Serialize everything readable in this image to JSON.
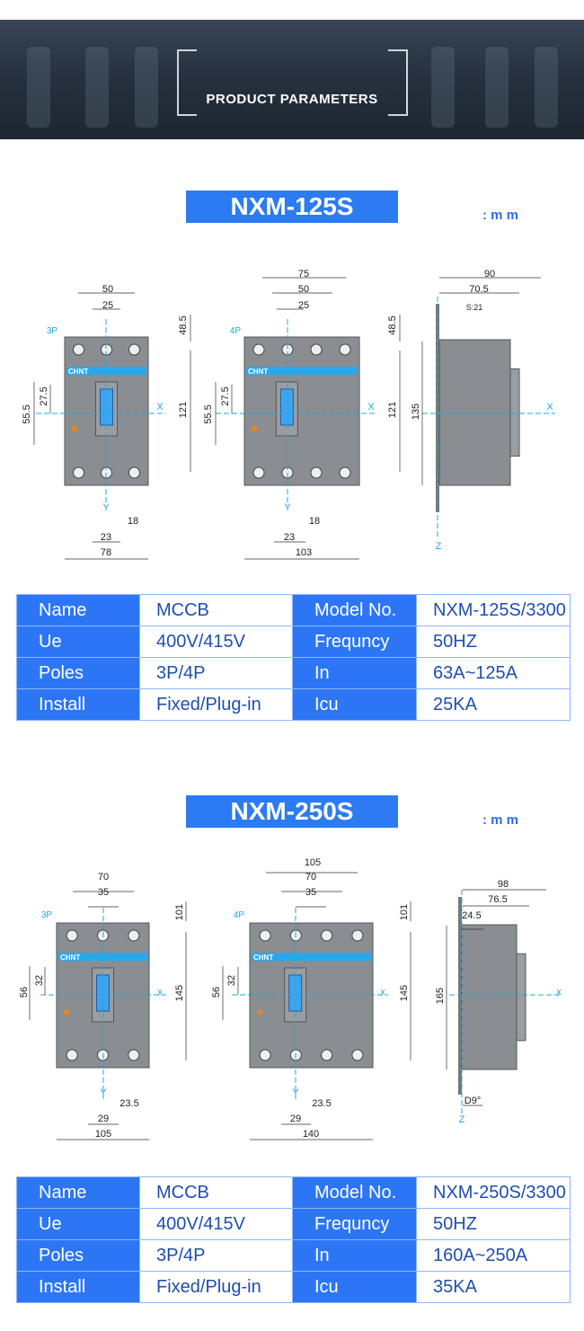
{
  "banner": {
    "title": "PRODUCT PARAMETERS"
  },
  "colors": {
    "accent": "#2c7bf3",
    "axis": "#1aa9e6",
    "body": "#8a8d92"
  },
  "sections": [
    {
      "title": "NXM-125S",
      "unit": ": m m",
      "diagram": {
        "p3": {
          "poles": "3P",
          "labels": [
            "50",
            "25",
            "48.5",
            "27.5",
            "55.5",
            "X",
            "121",
            "Y",
            "18",
            "23",
            "78"
          ]
        },
        "p4": {
          "poles": "4P",
          "labels": [
            "75",
            "50",
            "25",
            "48.5",
            "27.5",
            "55.5",
            "X",
            "121",
            "Y",
            "18",
            "23",
            "103"
          ]
        },
        "side": {
          "labels": [
            "90",
            "70.5",
            "S:21",
            "135",
            "X",
            "Z"
          ]
        },
        "brand": "CHNT"
      },
      "table": [
        [
          {
            "k": "Name",
            "v": "MCCB"
          },
          {
            "k": "Model No.",
            "v": "NXM-125S/3300"
          }
        ],
        [
          {
            "k": "Ue",
            "v": "400V/415V"
          },
          {
            "k": "Frequncy",
            "v": "50HZ"
          }
        ],
        [
          {
            "k": "Poles",
            "v": "3P/4P"
          },
          {
            "k": "In",
            "v": "63A~125A"
          }
        ],
        [
          {
            "k": "Install",
            "v": "Fixed/Plug-in"
          },
          {
            "k": "Icu",
            "v": "25KA"
          }
        ]
      ]
    },
    {
      "title": "NXM-250S",
      "unit": ": m m",
      "diagram": {
        "p3": {
          "poles": "3P",
          "labels": [
            "70",
            "35",
            "101",
            "32",
            "56",
            "x",
            "145",
            "Y",
            "23.5",
            "29",
            "105"
          ]
        },
        "p4": {
          "poles": "4P",
          "labels": [
            "105",
            "70",
            "35",
            "101",
            "32",
            "56",
            "x",
            "145",
            "Y",
            "23.5",
            "29",
            "140"
          ]
        },
        "side": {
          "labels": [
            "98",
            "76.5",
            "24.5",
            "165",
            "x",
            "D9°",
            "Z"
          ]
        },
        "brand": "CHNT"
      },
      "table": [
        [
          {
            "k": "Name",
            "v": "MCCB"
          },
          {
            "k": "Model No.",
            "v": "NXM-250S/3300"
          }
        ],
        [
          {
            "k": "Ue",
            "v": "400V/415V"
          },
          {
            "k": "Frequncy",
            "v": "50HZ"
          }
        ],
        [
          {
            "k": "Poles",
            "v": "3P/4P"
          },
          {
            "k": "In",
            "v": "160A~250A"
          }
        ],
        [
          {
            "k": "Install",
            "v": "Fixed/Plug-in"
          },
          {
            "k": "Icu",
            "v": "35KA"
          }
        ]
      ]
    }
  ]
}
